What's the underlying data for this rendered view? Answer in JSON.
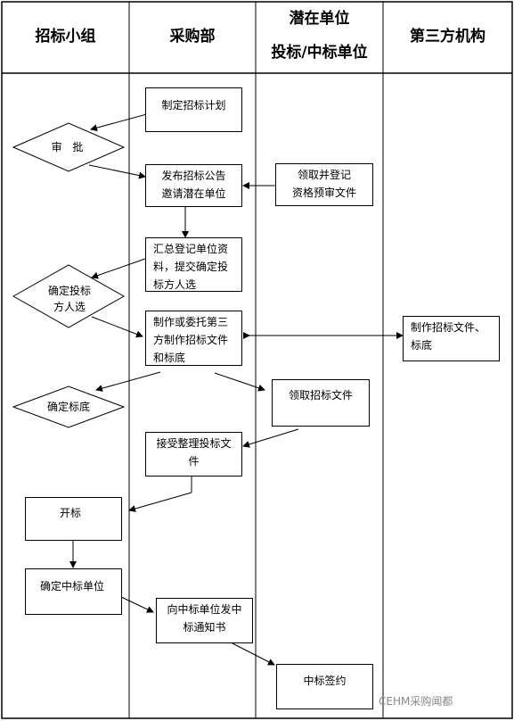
{
  "headers": {
    "col1": "招标小组",
    "col2": "采购部",
    "col3_line1": "潜在单位",
    "col3_line2": "投标/中标单位",
    "col4": "第三方机构"
  },
  "nodes": {
    "make_plan": "制定招标计划",
    "approve": "审 批",
    "publish_announcement": "发布招标公告\n邀请潜在单位",
    "collect_qualification": "领取并登记\n资格预审文件",
    "summary": "汇总登记单位资料，提交确定投标方人选",
    "confirm_bidders": "确定投标\n方人选",
    "make_documents": "制作或委托第三方制作招标文件和标底",
    "third_party_docs": "制作招标文件、标底",
    "confirm_base": "确定标底",
    "obtain_documents": "领取招标文件",
    "receive_bids": "接受整理投标文件",
    "open_bids": "开标",
    "confirm_winner": "确定中标单位",
    "send_notice": "向中标单位发中标通知书",
    "sign_contract": "中标签约"
  },
  "watermark": "CEHM采购闻都"
}
